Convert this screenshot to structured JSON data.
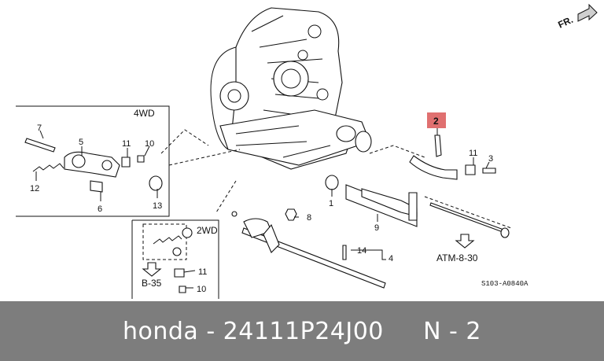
{
  "labels": {
    "fr": "FR.",
    "box_4wd": "4WD",
    "box_2wd": "2WD",
    "p1": "1",
    "p2": "2",
    "p3": "3",
    "p4": "4",
    "p5": "5",
    "p6": "6",
    "p7": "7",
    "p8": "8",
    "p9": "9",
    "p10a": "10",
    "p10b": "10",
    "p11a": "11",
    "p11b": "11",
    "p11c": "11",
    "p12": "12",
    "p13": "13",
    "p14": "14",
    "ref_b35": "B-35",
    "ref_atm": "ATM-8-30",
    "diagram_code": "S103-A0840A"
  },
  "highlight_color": "#e07070",
  "caption": "honda - 24111P24J00     N - 2"
}
